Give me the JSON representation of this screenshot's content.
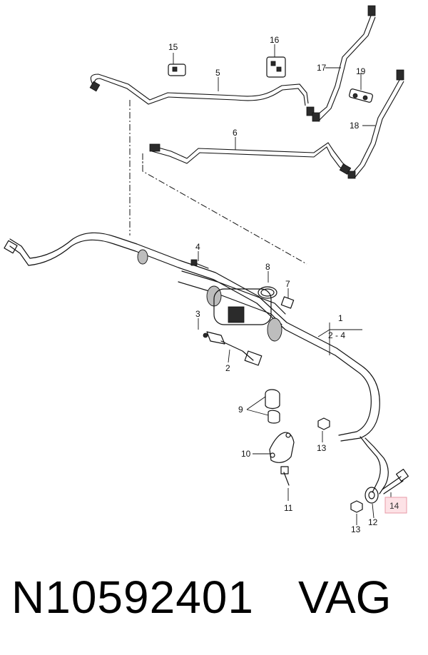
{
  "diagram": {
    "callouts": [
      {
        "id": "c1",
        "text": "1"
      },
      {
        "id": "c1sub",
        "text": "2 - 4"
      },
      {
        "id": "c2",
        "text": "2"
      },
      {
        "id": "c3",
        "text": "3"
      },
      {
        "id": "c4",
        "text": "4"
      },
      {
        "id": "c5",
        "text": "5"
      },
      {
        "id": "c6",
        "text": "6"
      },
      {
        "id": "c7",
        "text": "7"
      },
      {
        "id": "c8",
        "text": "8"
      },
      {
        "id": "c9",
        "text": "9"
      },
      {
        "id": "c10",
        "text": "10"
      },
      {
        "id": "c11",
        "text": "11"
      },
      {
        "id": "c12",
        "text": "12"
      },
      {
        "id": "c13a",
        "text": "13"
      },
      {
        "id": "c13b",
        "text": "13"
      },
      {
        "id": "c14",
        "text": "14"
      },
      {
        "id": "c15",
        "text": "15"
      },
      {
        "id": "c16",
        "text": "16"
      },
      {
        "id": "c17",
        "text": "17"
      },
      {
        "id": "c18",
        "text": "18"
      },
      {
        "id": "c19",
        "text": "19"
      }
    ],
    "highlighted_callout": "14",
    "highlight_color": "#fde2e6"
  },
  "footer": {
    "part_number": "N10592401",
    "brand": "VAG"
  }
}
